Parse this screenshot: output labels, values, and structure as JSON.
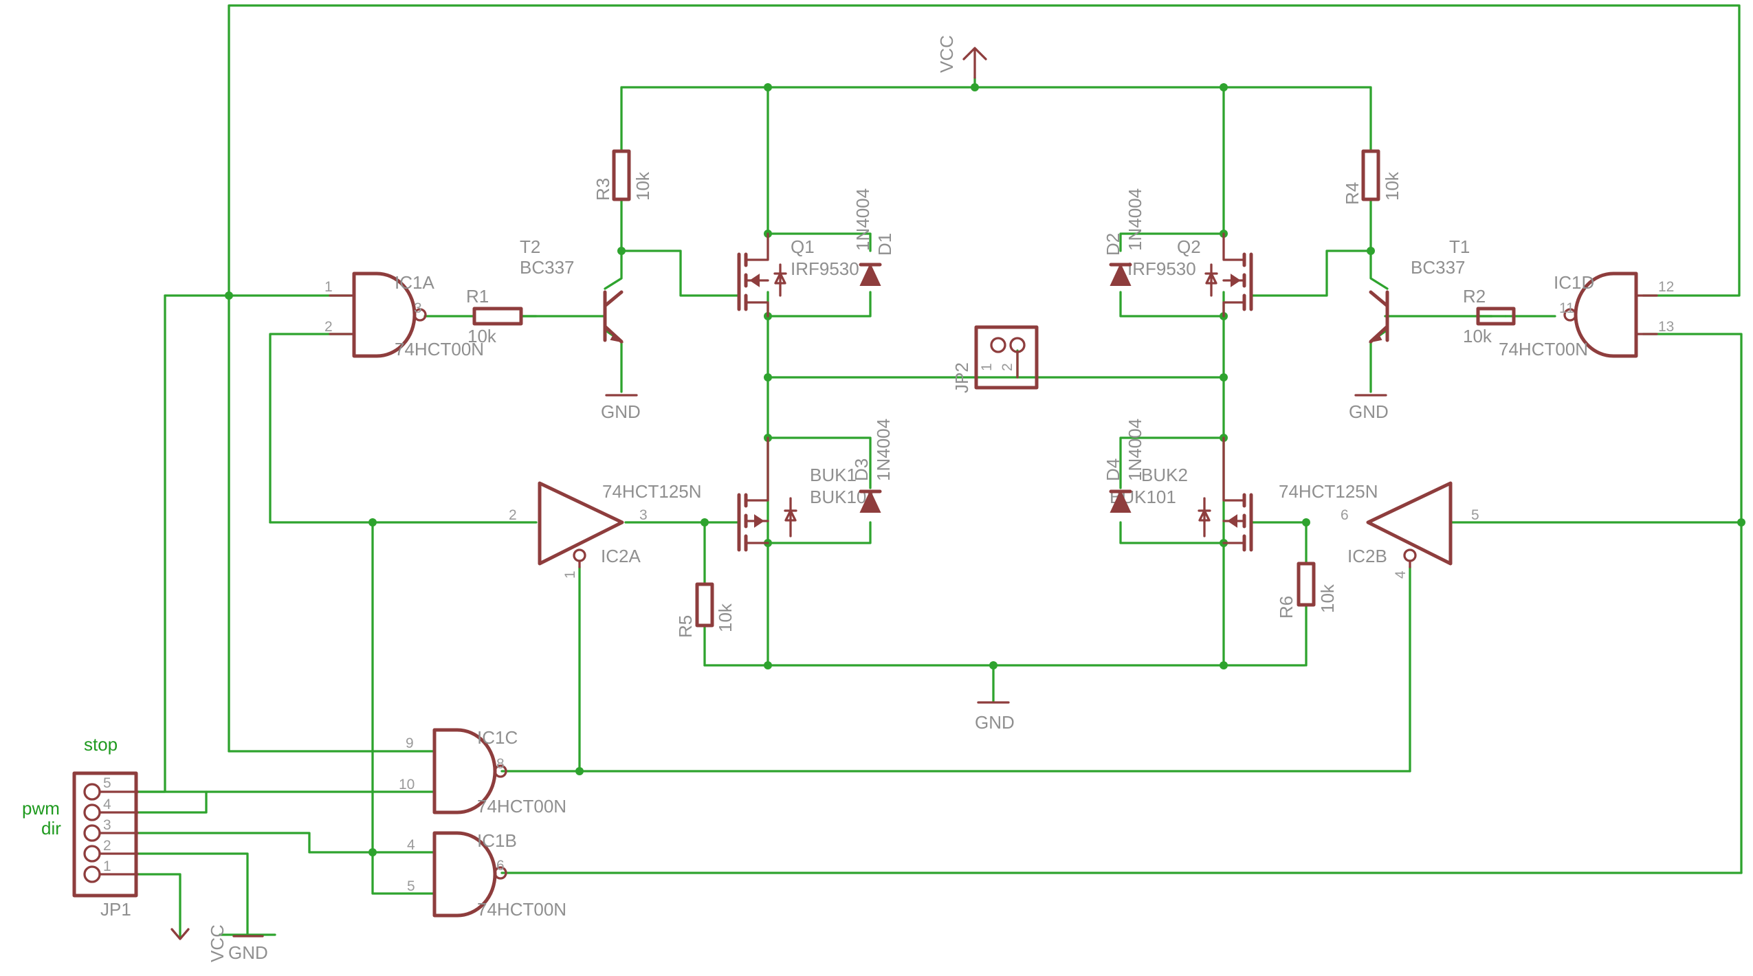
{
  "power": {
    "vcc": "VCC",
    "gnd": "GND"
  },
  "gates": {
    "ic1a": {
      "name": "IC1A",
      "type": "74HCT00N",
      "pins": [
        "1",
        "2",
        "3"
      ]
    },
    "ic1b": {
      "name": "IC1B",
      "type": "74HCT00N",
      "pins": [
        "4",
        "5",
        "6"
      ]
    },
    "ic1c": {
      "name": "IC1C",
      "type": "74HCT00N",
      "pins": [
        "9",
        "10",
        "8"
      ]
    },
    "ic1d": {
      "name": "IC1D",
      "type": "74HCT00N",
      "pins": [
        "12",
        "13",
        "11"
      ]
    },
    "ic2a": {
      "name": "IC2A",
      "type": "74HCT125N",
      "pins": [
        "2",
        "3",
        "1"
      ]
    },
    "ic2b": {
      "name": "IC2B",
      "type": "74HCT125N",
      "pins": [
        "5",
        "6",
        "4"
      ]
    }
  },
  "resistors": {
    "r1": {
      "name": "R1",
      "value": "10k"
    },
    "r2": {
      "name": "R2",
      "value": "10k"
    },
    "r3": {
      "name": "R3",
      "value": "10k"
    },
    "r4": {
      "name": "R4",
      "value": "10k"
    },
    "r5": {
      "name": "R5",
      "value": "10k"
    },
    "r6": {
      "name": "R6",
      "value": "10k"
    }
  },
  "transistors": {
    "t1": {
      "name": "T1",
      "type": "BC337"
    },
    "t2": {
      "name": "T2",
      "type": "BC337"
    }
  },
  "mosfets": {
    "q1": {
      "name": "Q1",
      "type": "IRF9530"
    },
    "q2": {
      "name": "Q2",
      "type": "IRF9530"
    },
    "buk1": {
      "name": "BUK1",
      "type": "BUK101"
    },
    "buk2": {
      "name": "BUK2",
      "type": "BUK101"
    }
  },
  "diodes": {
    "d1": {
      "name": "D1",
      "type": "1N4004"
    },
    "d2": {
      "name": "D2",
      "type": "1N4004"
    },
    "d3": {
      "name": "D3",
      "type": "1N4004"
    },
    "d4": {
      "name": "D4",
      "type": "1N4004"
    }
  },
  "connectors": {
    "jp1": {
      "name": "JP1",
      "pins": [
        "5",
        "4",
        "3",
        "2",
        "1"
      ]
    },
    "jp2": {
      "name": "JP2",
      "pins": [
        "1",
        "2"
      ]
    }
  },
  "net_labels": {
    "stop": "stop",
    "pwm": "pwm",
    "dir": "dir"
  },
  "colors": {
    "wire": "#2ea32e",
    "symbol": "#8e3d3d",
    "text": "#8f8f8f",
    "net_label": "#1f9a1f"
  }
}
